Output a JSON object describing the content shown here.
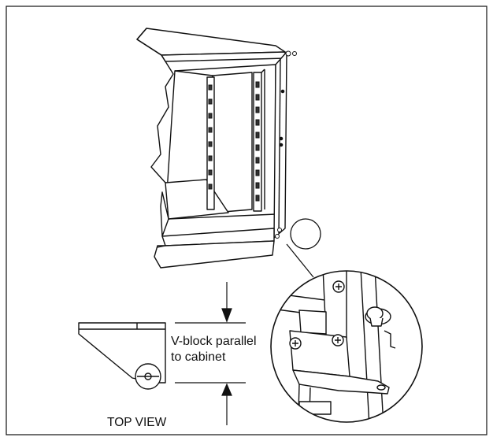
{
  "labels": {
    "vblock_line1": "V-block parallel",
    "vblock_line2": "to cabinet",
    "top_view": "TOP VIEW"
  },
  "colors": {
    "line": "#111111",
    "background": "#ffffff"
  }
}
